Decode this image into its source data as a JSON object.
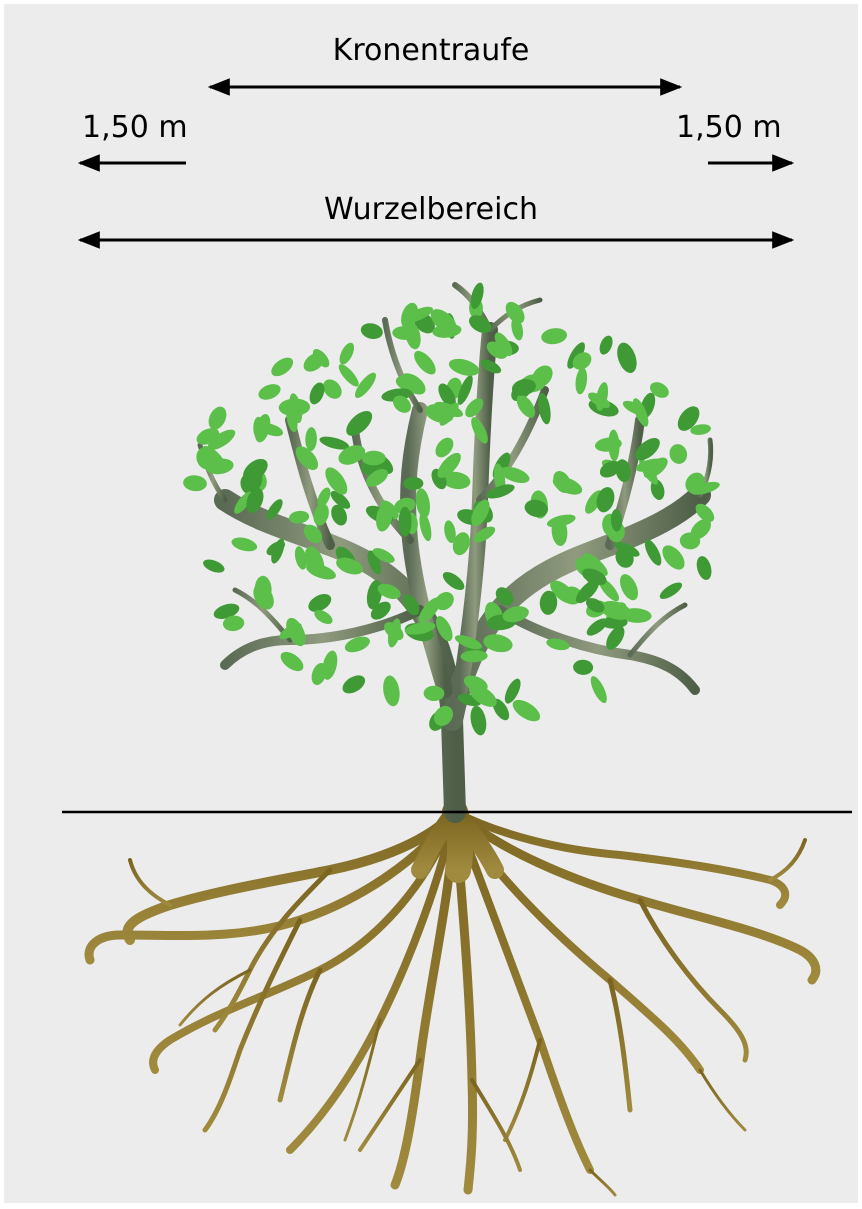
{
  "labels": {
    "crown_drip_line": "Kronentraufe",
    "offset_left": "1,50 m",
    "offset_right": "1,50 m",
    "root_zone": "Wurzelbereich"
  },
  "colors": {
    "background": "#ececec",
    "arrow": "#000000",
    "leaf": "#5cbf4a",
    "leaf_dark": "#3f9a35",
    "trunk": "#6f7a63",
    "root": "#8a7030",
    "ground_line": "#000000"
  },
  "icons": [
    "double-arrow",
    "left-arrow",
    "right-arrow",
    "tree-illustration",
    "roots-illustration"
  ]
}
